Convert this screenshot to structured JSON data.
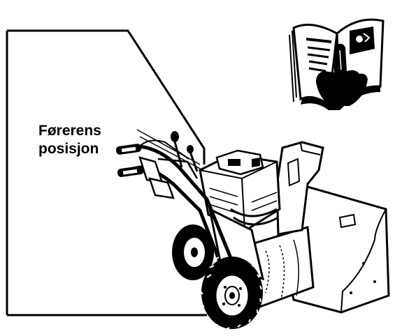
{
  "labels": {
    "operator_position_line1": "Førerens",
    "operator_position_line2": "posisjon"
  },
  "icons": {
    "manual": "read-manual-book-with-pointing-hand-icon",
    "machine": "snowblower-illustration"
  },
  "colors": {
    "ink": "#000000",
    "paper": "#ffffff"
  }
}
